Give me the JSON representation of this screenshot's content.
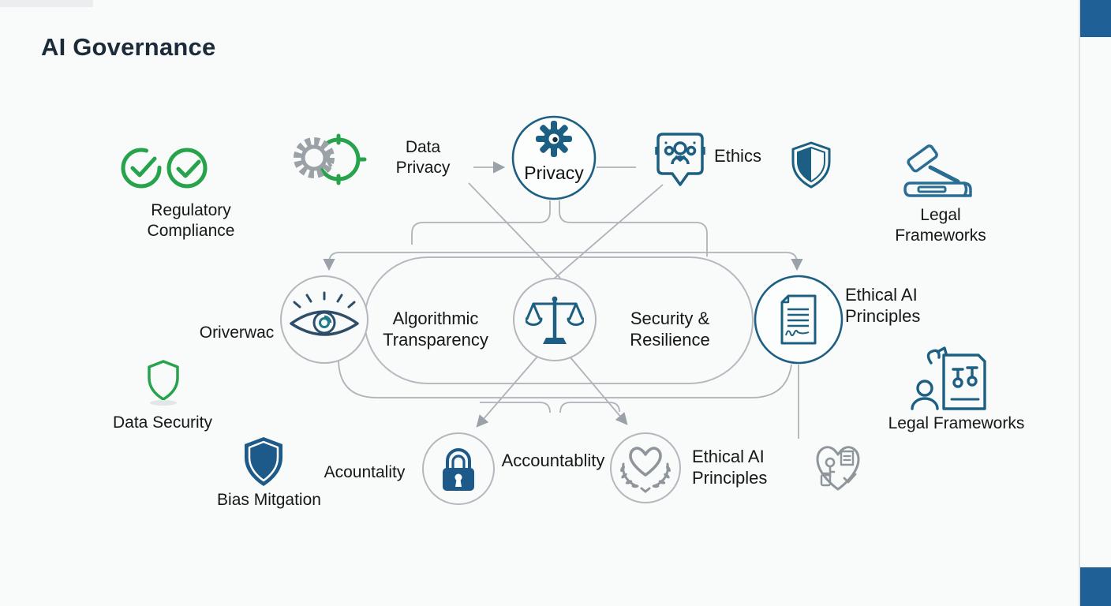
{
  "page": {
    "title": "AI Governance"
  },
  "accents": {
    "blue": "#1d5f82",
    "blue_fill": "#1d5a8a",
    "green": "#27a34c",
    "gray_line": "#adb3b9",
    "gray_icon": "#8e959b",
    "corner_blue": "#1f6096",
    "title_color": "#1c2b3a"
  },
  "icons": [
    "double-checkmark-icon",
    "gear-target-icon",
    "gear-icon",
    "people-badge-icon",
    "half-shield-icon",
    "gavel-book-icon",
    "eye-icon",
    "balance-scale-icon",
    "signed-document-icon",
    "person-document-icon",
    "shield-outline-icon",
    "shield-filled-icon",
    "padlock-icon",
    "heart-laurel-icon",
    "heart-key-icon"
  ],
  "nodes": {
    "regulatory_compliance": {
      "lines": [
        "Regulatory",
        "Compliance"
      ]
    },
    "data_privacy": {
      "lines": [
        "Data",
        "Privacy"
      ]
    },
    "privacy": {
      "label": "Privacy"
    },
    "ethics": {
      "label": "Ethics"
    },
    "legal_frameworks_top": {
      "lines": [
        "Legal",
        "Frameworks"
      ]
    },
    "oversight": {
      "label": "Oriverwac"
    },
    "algorithmic_transparency": {
      "lines": [
        "Algorithmic",
        "Transparency"
      ]
    },
    "security_resilience": {
      "lines": [
        "Security &",
        "Resilience"
      ]
    },
    "ethical_ai_right": {
      "lines": [
        "Ethical AI",
        "Principles"
      ]
    },
    "legal_frameworks_bottom": {
      "label": "Legal Frameworks"
    },
    "data_security": {
      "label": "Data Security"
    },
    "bias_mitigation": {
      "label": "Bias Mitgation"
    },
    "accountability_left": {
      "label": "Acountality"
    },
    "accountability_center": {
      "label": "Accountablity"
    },
    "ethical_ai_bottom": {
      "lines": [
        "Ethical AI",
        "Principles"
      ]
    }
  }
}
